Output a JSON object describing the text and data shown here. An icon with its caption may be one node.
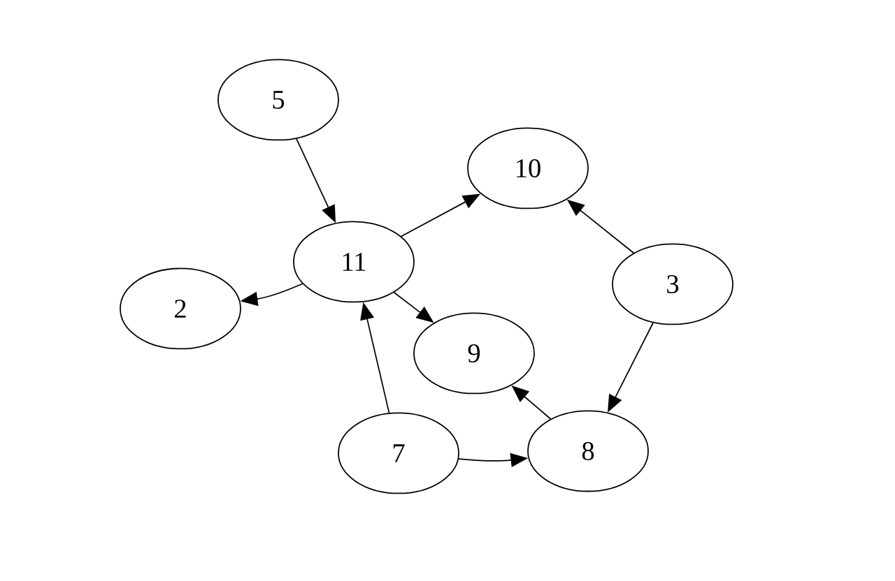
{
  "diagram": {
    "nodes": [
      {
        "text": [
          "5"
        ]
      },
      {
        "text": [
          "10"
        ]
      },
      {
        "text": [
          "11"
        ]
      },
      {
        "text": [
          "3"
        ]
      },
      {
        "text": [
          "2"
        ]
      },
      {
        "text": [
          "9"
        ]
      },
      {
        "text": [
          "7"
        ]
      },
      {
        "text": [
          "8"
        ]
      }
    ],
    "edges": [
      {
        "from": 0,
        "to": 2,
        "arrow": "to"
      },
      {
        "from": 2,
        "to": 1,
        "arrow": "to"
      },
      {
        "from": 3,
        "to": 1,
        "arrow": "to"
      },
      {
        "from": 2,
        "to": 4,
        "arrow": "to"
      },
      {
        "from": 2,
        "to": 5,
        "arrow": "to"
      },
      {
        "from": 6,
        "to": 2,
        "arrow": "to"
      },
      {
        "from": 3,
        "to": 7,
        "arrow": "to"
      },
      {
        "from": 7,
        "to": 5,
        "arrow": "to"
      },
      {
        "from": 6,
        "to": 7,
        "arrow": "to"
      }
    ]
  }
}
